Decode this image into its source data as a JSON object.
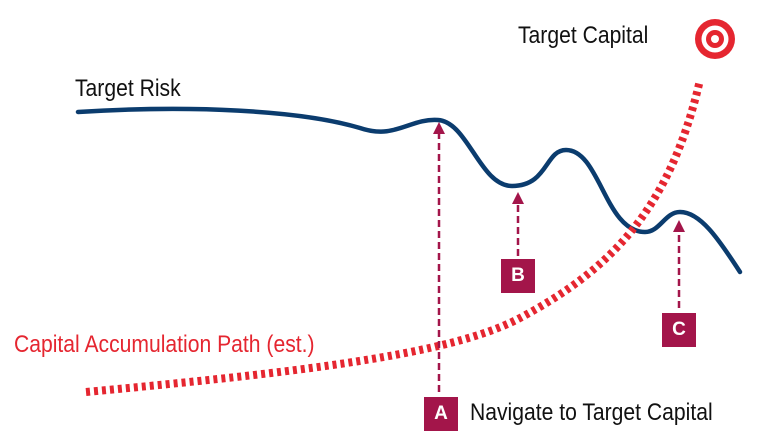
{
  "labels": {
    "target_capital": "Target Capital",
    "target_risk": "Target Risk",
    "capital_path": "Capital Accumulation Path (est.)",
    "navigate": "Navigate to Target Capital"
  },
  "markers": {
    "a": "A",
    "b": "B",
    "c": "C"
  },
  "icons": {
    "target": "target-bullseye-icon"
  },
  "colors": {
    "risk_line": "#0b3c6e",
    "capital_path": "#e52630",
    "marker": "#a3154a",
    "text": "#111111"
  }
}
